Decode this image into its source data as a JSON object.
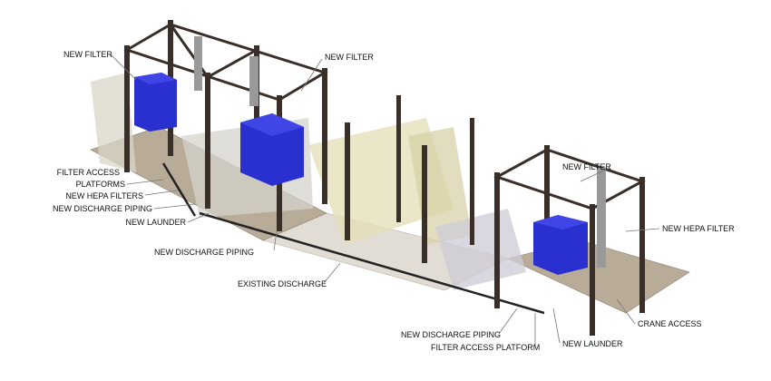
{
  "colors": {
    "filter_blue": "#2a2fd0",
    "steel": "#3a2f28",
    "floor": "#b8ab98"
  },
  "labels": {
    "new_filter_left": "NEW FILTER",
    "new_filter_center": "NEW FILTER",
    "filter_access_1": "FILTER ACCESS",
    "filter_access_2": "PLATFORMS",
    "new_hepa_filters": "NEW HEPA FILTERS",
    "new_discharge_piping_left": "NEW DISCHARGE PIPING",
    "new_launder_left": "NEW LAUNDER",
    "new_discharge_piping_mid": "NEW DISCHARGE PIPING",
    "existing_discharge": "EXISTING DISCHARGE",
    "new_filter_right": "NEW FILTER",
    "new_hepa_filter": "NEW HEPA FILTER",
    "crane_access": "CRANE ACCESS",
    "new_discharge_piping_right": "NEW DISCHARGE PIPING",
    "filter_access_platform": "FILTER ACCESS PLATFORM",
    "new_launder_right": "NEW LAUNDER"
  }
}
